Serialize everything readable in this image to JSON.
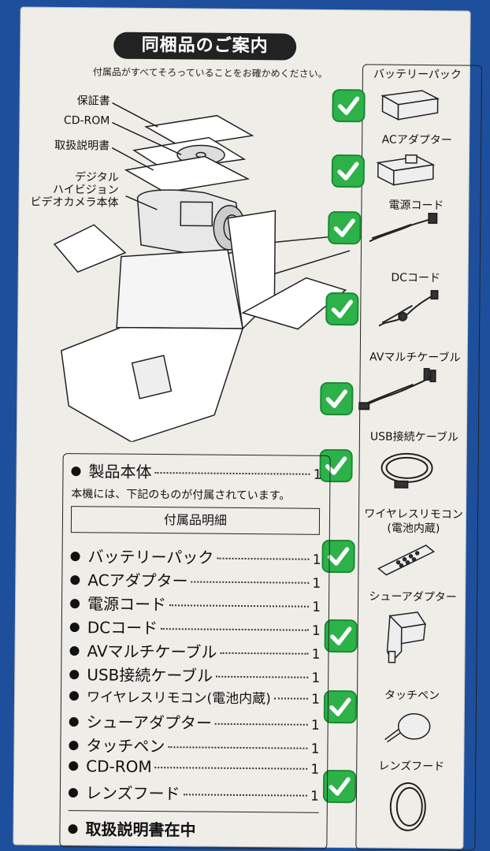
{
  "title": "同梱品のご案内",
  "subtitle": "付属品がすべてそろっていることをお確かめください。",
  "callouts": {
    "warranty": "保証書",
    "cdrom": "CD-ROM",
    "manual": "取扱説明書",
    "camera_l1": "デジタル",
    "camera_l2": "ハイビジョン",
    "camera_l3": "ビデオカメラ本体"
  },
  "accessories": [
    {
      "label": "バッテリーパック",
      "icon": "battery-pack-icon"
    },
    {
      "label": "ACアダプター",
      "icon": "ac-adapter-icon"
    },
    {
      "label": "電源コード",
      "icon": "power-cord-icon"
    },
    {
      "label": "DCコード",
      "icon": "dc-cord-icon"
    },
    {
      "label": "AVマルチケーブル",
      "icon": "av-cable-icon"
    },
    {
      "label": "USB接続ケーブル",
      "icon": "usb-cable-icon"
    },
    {
      "label": "ワイヤレスリモコン",
      "label2": "(電池内蔵)",
      "icon": "remote-icon"
    },
    {
      "label": "シューアダプター",
      "icon": "shoe-adapter-icon"
    },
    {
      "label": "タッチペン",
      "icon": "touch-pen-icon"
    },
    {
      "label": "レンズフード",
      "icon": "lens-hood-icon"
    }
  ],
  "list": {
    "main_item": {
      "label": "製品本体",
      "qty": "1"
    },
    "note": "本機には、下記のものが付属されています。",
    "box_heading": "付属品明細",
    "items": [
      {
        "label": "バッテリーパック",
        "qty": "1"
      },
      {
        "label": "ACアダプター",
        "qty": "1"
      },
      {
        "label": "電源コード",
        "qty": "1"
      },
      {
        "label": "DCコード",
        "qty": "1"
      },
      {
        "label": "AVマルチケーブル",
        "qty": "1"
      },
      {
        "label": "USB接続ケーブル",
        "qty": "1"
      },
      {
        "label": "ワイヤレスリモコン(電池内蔵)",
        "qty": "1"
      },
      {
        "label": "シューアダプター",
        "qty": "1"
      },
      {
        "label": "タッチペン",
        "qty": "1"
      },
      {
        "label": "CD-ROM",
        "qty": "1"
      },
      {
        "label": "レンズフード",
        "qty": "1"
      }
    ],
    "footer": "取扱説明書在中"
  },
  "colors": {
    "background": "#1d4f9c",
    "card": "#efede8",
    "check": "#2db24a"
  }
}
